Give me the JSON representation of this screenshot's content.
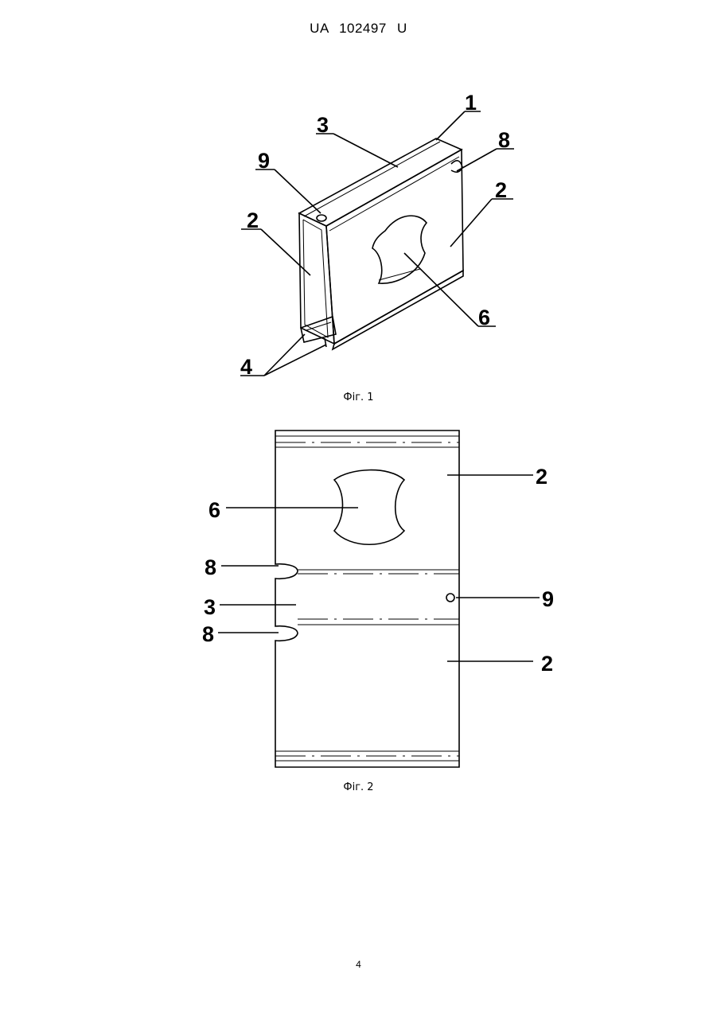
{
  "header": {
    "title": "UA   102497   U"
  },
  "figures": [
    {
      "caption": "Фіг. 1",
      "labels": [
        "1",
        "3",
        "8",
        "9",
        "2",
        "2",
        "6",
        "4"
      ]
    },
    {
      "caption": "Фіг. 2",
      "labels": [
        "2",
        "6",
        "8",
        "9",
        "3",
        "8",
        "2"
      ]
    }
  ],
  "footer": {
    "page_number": "4"
  }
}
